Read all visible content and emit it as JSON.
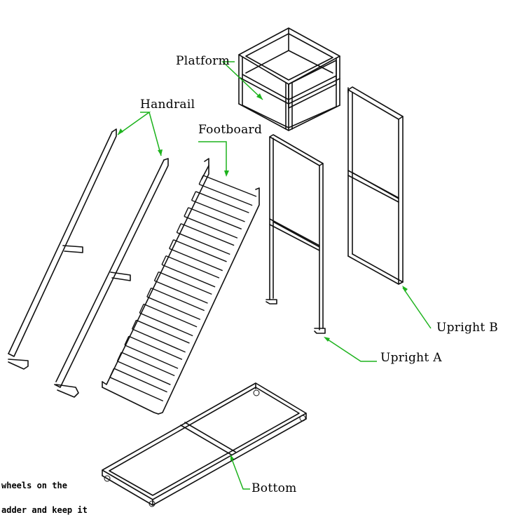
{
  "labels": {
    "platform": "Platform",
    "handrail": "Handrail",
    "footboard": "Footboard",
    "upright_b": "Upright B",
    "upright_a": "Upright A",
    "bottom": "Bottom"
  },
  "notes": {
    "line1": "wheels on the",
    "line2": "adder and keep it"
  },
  "colors": {
    "callout": "#1db31d",
    "linework": "#111111"
  }
}
